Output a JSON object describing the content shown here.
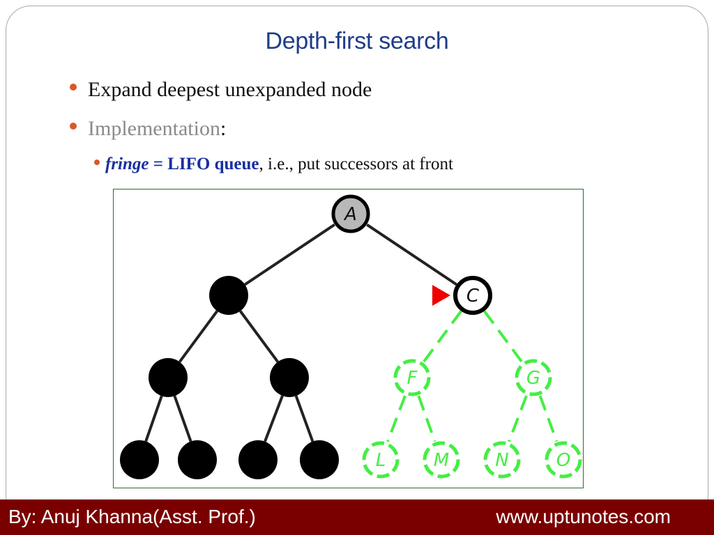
{
  "slide": {
    "title": "Depth-first search",
    "bullets": [
      {
        "text": "Expand deepest unexpanded node"
      },
      {
        "label": "Implementation",
        "suffix": ":"
      },
      {
        "term": "fringe",
        "equals": " = ",
        "value": "LIFO queue",
        "rest": ", i.e., put successors at front"
      }
    ]
  },
  "diagram": {
    "colors": {
      "expanded": "#000000",
      "current": "#b8b8b8",
      "frontier_outline": "#000000",
      "unexplored": "#44ee44",
      "pointer": "#ee0000"
    },
    "nodes": [
      {
        "id": "A",
        "label": "A",
        "state": "current"
      },
      {
        "id": "B",
        "label": "",
        "state": "expanded"
      },
      {
        "id": "C",
        "label": "C",
        "state": "frontier"
      },
      {
        "id": "D",
        "label": "",
        "state": "expanded"
      },
      {
        "id": "E",
        "label": "",
        "state": "expanded"
      },
      {
        "id": "F",
        "label": "F",
        "state": "unexplored"
      },
      {
        "id": "G",
        "label": "G",
        "state": "unexplored"
      },
      {
        "id": "H",
        "label": "",
        "state": "expanded"
      },
      {
        "id": "I",
        "label": "",
        "state": "expanded"
      },
      {
        "id": "J",
        "label": "",
        "state": "expanded"
      },
      {
        "id": "K",
        "label": "",
        "state": "expanded"
      },
      {
        "id": "L",
        "label": "L",
        "state": "unexplored"
      },
      {
        "id": "M",
        "label": "M",
        "state": "unexplored"
      },
      {
        "id": "N",
        "label": "N",
        "state": "unexplored"
      },
      {
        "id": "O",
        "label": "O",
        "state": "unexplored"
      }
    ],
    "edges": [
      {
        "from": "A",
        "to": "B",
        "style": "solid"
      },
      {
        "from": "A",
        "to": "C",
        "style": "solid"
      },
      {
        "from": "B",
        "to": "D",
        "style": "solid"
      },
      {
        "from": "B",
        "to": "E",
        "style": "solid"
      },
      {
        "from": "C",
        "to": "F",
        "style": "dashed"
      },
      {
        "from": "C",
        "to": "G",
        "style": "dashed"
      },
      {
        "from": "D",
        "to": "H",
        "style": "solid"
      },
      {
        "from": "D",
        "to": "I",
        "style": "solid"
      },
      {
        "from": "E",
        "to": "J",
        "style": "solid"
      },
      {
        "from": "E",
        "to": "K",
        "style": "solid"
      },
      {
        "from": "F",
        "to": "L",
        "style": "dashed"
      },
      {
        "from": "F",
        "to": "M",
        "style": "dashed"
      },
      {
        "from": "G",
        "to": "N",
        "style": "dashed"
      },
      {
        "from": "G",
        "to": "O",
        "style": "dashed"
      }
    ],
    "pointer_at": "C"
  },
  "footer": {
    "author": "By: Anuj Khanna(Asst. Prof.)",
    "site": "www.uptunotes.com"
  }
}
